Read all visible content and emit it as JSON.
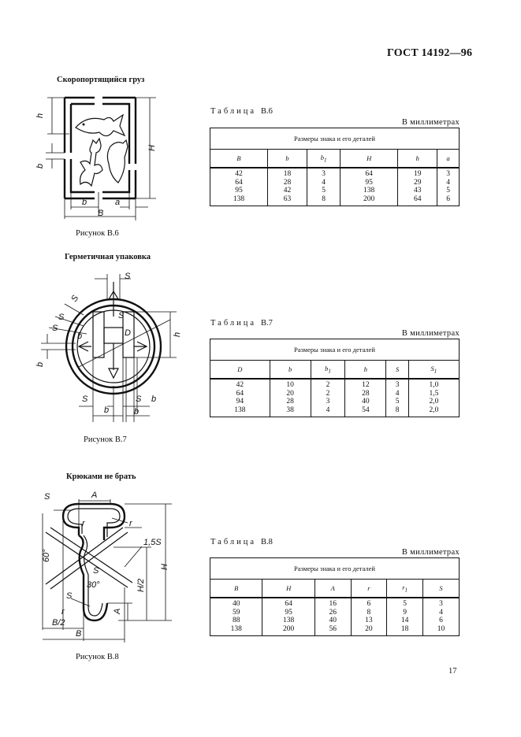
{
  "header": {
    "standard": "ГОСТ 14192—96"
  },
  "page_number": "17",
  "figures": [
    {
      "title": "Скоропортящийся груз",
      "caption": "Рисунок В.6",
      "dimension_labels": [
        "h",
        "b1",
        "H",
        "b",
        "a",
        "B"
      ]
    },
    {
      "title": "Герметичная упаковка",
      "caption": "Рисунок В.7",
      "dimension_labels": [
        "S",
        "S",
        "S1",
        "S1",
        "b1",
        "b1",
        "D",
        "h",
        "b1",
        "S",
        "S",
        "b1",
        "b",
        "b1"
      ]
    },
    {
      "title": "Крюками не брать",
      "caption": "Рисунок В.8",
      "dimension_labels": [
        "S",
        "A",
        "r1",
        "r",
        "1,5S",
        "60°",
        "S",
        "30°",
        "S",
        "r",
        "A",
        "H/2",
        "H",
        "B/2",
        "B"
      ]
    }
  ],
  "tables": [
    {
      "label": "Таблица",
      "number": "В.6",
      "units": "В миллиметрах",
      "caption": "Размеры знака и его деталей",
      "columns": [
        "B",
        "b",
        "b1",
        "H",
        "h",
        "a"
      ],
      "rows": [
        [
          "42",
          "18",
          "3",
          "64",
          "19",
          "3"
        ],
        [
          "64",
          "28",
          "4",
          "95",
          "29",
          "4"
        ],
        [
          "95",
          "42",
          "5",
          "138",
          "43",
          "5"
        ],
        [
          "138",
          "63",
          "8",
          "200",
          "64",
          "6"
        ]
      ]
    },
    {
      "label": "Таблица",
      "number": "В.7",
      "units": "В миллиметрах",
      "caption": "Размеры знака и его деталей",
      "columns": [
        "D",
        "b",
        "b1",
        "h",
        "S",
        "S1"
      ],
      "rows": [
        [
          "42",
          "10",
          "2",
          "12",
          "3",
          "1,0"
        ],
        [
          "64",
          "20",
          "2",
          "28",
          "4",
          "1,5"
        ],
        [
          "94",
          "28",
          "3",
          "40",
          "5",
          "2,0"
        ],
        [
          "138",
          "38",
          "4",
          "54",
          "8",
          "2,0"
        ]
      ]
    },
    {
      "label": "Таблица",
      "number": "В.8",
      "units": "В миллиметрах",
      "caption": "Размеры знака и его деталей",
      "columns": [
        "B",
        "H",
        "A",
        "r",
        "r1",
        "S"
      ],
      "rows": [
        [
          "40",
          "64",
          "16",
          "6",
          "5",
          "3"
        ],
        [
          "59",
          "95",
          "26",
          "8",
          "9",
          "4"
        ],
        [
          "88",
          "138",
          "40",
          "13",
          "14",
          "6"
        ],
        [
          "138",
          "200",
          "56",
          "20",
          "18",
          "10"
        ]
      ]
    }
  ]
}
